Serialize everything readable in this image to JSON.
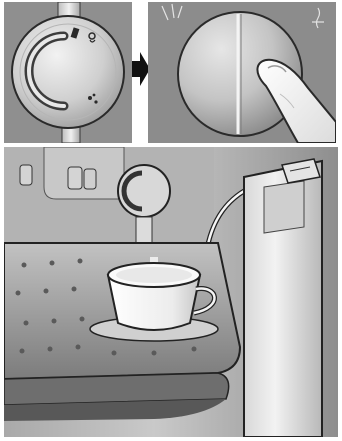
{
  "illustration": {
    "steps": [
      {
        "id": "turn-knob",
        "icon": "rotary-knob"
      },
      {
        "id": "press-button",
        "icon": "push-button"
      }
    ],
    "arrow_icon": "right-arrow",
    "scene_icons": [
      "coffee-machine",
      "milk-frother-knob",
      "milk-tube",
      "cup",
      "drip-tray",
      "milk-container"
    ],
    "colors": {
      "panel_gray": "#8f8f8f",
      "metal_light": "#d8d8d8",
      "outline": "#2a2a2a",
      "background": "#ffffff"
    }
  }
}
